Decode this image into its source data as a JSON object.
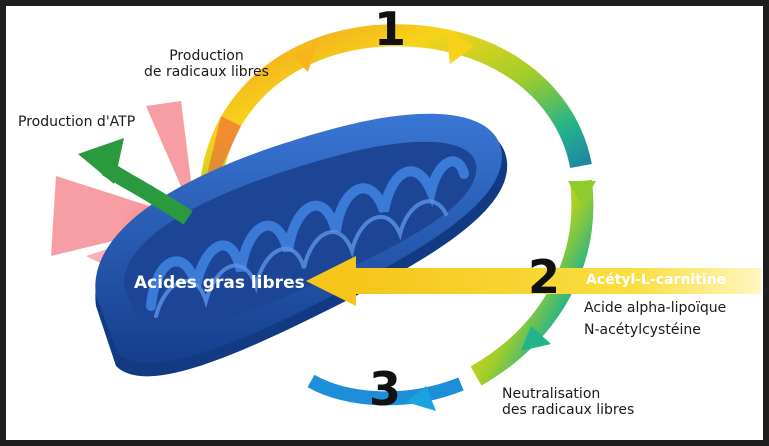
{
  "steps": [
    "1",
    "2",
    "3"
  ],
  "labels": {
    "radicals_production": [
      "Production",
      "de radicaux libres"
    ],
    "atp_production": "Production d'ATP",
    "fatty_acids": "Acides gras libres",
    "acetyl": "Acétyl-L-carnitine",
    "lipoic": "Acide alpha-lipoïque",
    "nac": "N-acétylcystéine",
    "neutralisation": [
      "Neutralisation",
      "des radicaux libres"
    ]
  },
  "colors": {
    "mito_outer": "#1f4fa8",
    "mito_inner": "#2f67c9",
    "yellow_arrow": "#f7d62a",
    "green_arrow": "#2b9a3e",
    "red_beam": "#e8202f",
    "cycle": [
      "#f39a1e",
      "#f6d31a",
      "#9fcd2b",
      "#23b38a",
      "#22a6e0",
      "#1c5fb8"
    ]
  }
}
